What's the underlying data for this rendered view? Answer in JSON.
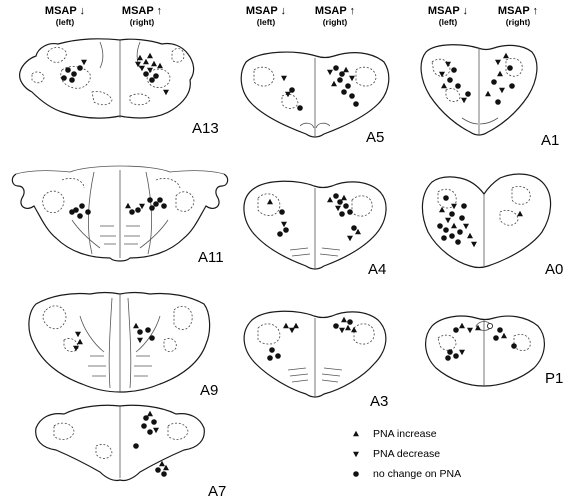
{
  "headers": {
    "left_label": "MSAP ↓",
    "right_label": "MSAP ↑",
    "left_sub": "(left)",
    "right_sub": "(right)"
  },
  "sections": {
    "A13": "A13",
    "A11": "A11",
    "A9": "A9",
    "A7": "A7",
    "A5": "A5",
    "A4": "A4",
    "A3": "A3",
    "A1": "A1",
    "A0": "A0",
    "P1": "P1"
  },
  "legend": {
    "increase": "PNA increase",
    "decrease": "PNA decrease",
    "nochange": "no change on PNA"
  },
  "colors": {
    "ink": "#1a1a1a",
    "marker": "#111111"
  }
}
